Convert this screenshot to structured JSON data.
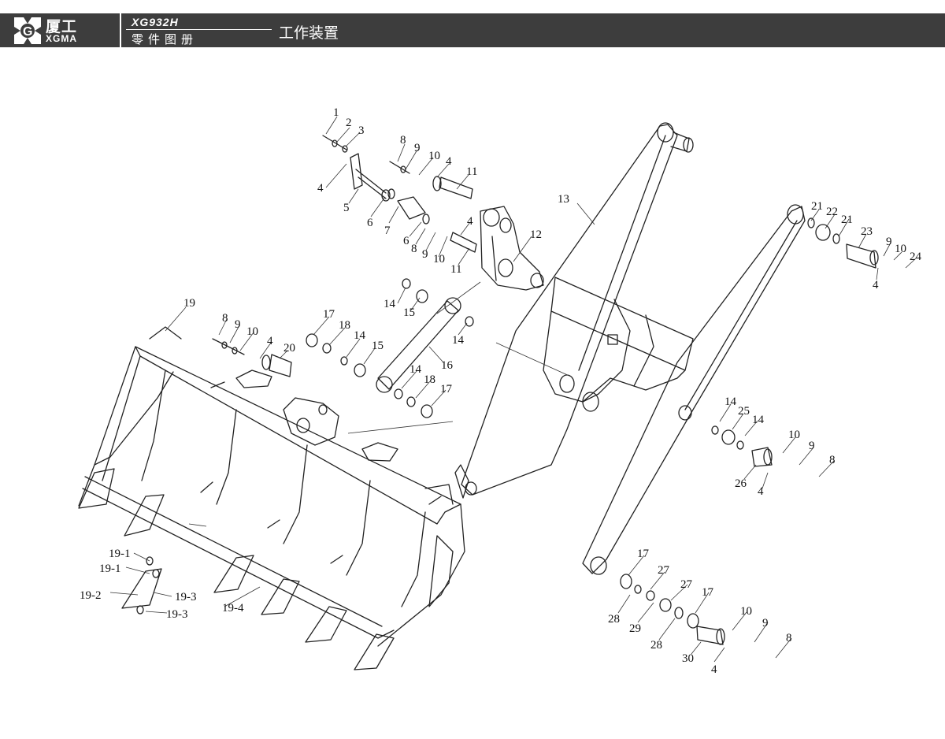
{
  "header": {
    "brand_cn": "厦工",
    "brand_en": "XGMA",
    "model": "XG932H",
    "catalog": "零件图册",
    "section": "工作装置"
  },
  "callouts": {
    "c1": "1",
    "c2": "2",
    "c3": "3",
    "c4a": "4",
    "c5": "5",
    "c6a": "6",
    "c7": "7",
    "c6b": "6",
    "c8a": "8",
    "c9a": "9",
    "c10a": "10",
    "c4b": "4",
    "c11a": "11",
    "c8b": "8",
    "c9b": "9",
    "c10b": "10",
    "c4c": "4",
    "c11b": "11",
    "c12": "12",
    "c13": "13",
    "c21a": "21",
    "c22": "22",
    "c21b": "21",
    "c23": "23",
    "c9c": "9",
    "c10c": "10",
    "c24": "24",
    "c4d": "4",
    "c14a": "14",
    "c15a": "15",
    "c14b": "14",
    "c19": "19",
    "c8c": "8",
    "c9d": "9",
    "c10d": "10",
    "c4e": "4",
    "c20": "20",
    "c17a": "17",
    "c18a": "18",
    "c14c": "14",
    "c15b": "15",
    "c16": "16",
    "c14d": "14",
    "c18b": "18",
    "c17b": "17",
    "c14e": "14",
    "c25": "25",
    "c14f": "14",
    "c10e": "10",
    "c9e": "9",
    "c8d": "8",
    "c26": "26",
    "c4f": "4",
    "c19_1a": "19-1",
    "c19_1b": "19-1",
    "c19_2": "19-2",
    "c19_3a": "19-3",
    "c19_3b": "19-3",
    "c19_4": "19-4",
    "c17c": "17",
    "c27a": "27",
    "c27b": "27",
    "c17d": "17",
    "c28a": "28",
    "c29": "29",
    "c28b": "28",
    "c10f": "10",
    "c9f": "9",
    "c8e": "8",
    "c30": "30",
    "c4g": "4"
  }
}
